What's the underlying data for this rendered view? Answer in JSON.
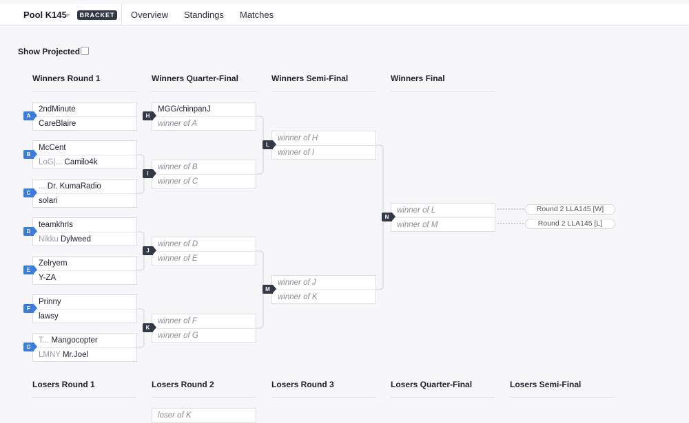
{
  "header": {
    "pool": "Pool K145",
    "badge": "BRACKET",
    "tabs": [
      "Overview",
      "Standings",
      "Matches"
    ]
  },
  "show_projected": {
    "label": "Show Projected",
    "checked": false
  },
  "winners_headers": [
    "Winners Round 1",
    "Winners Quarter-Final",
    "Winners Semi-Final",
    "Winners Final"
  ],
  "losers_headers": [
    "Losers Round 1",
    "Losers Round 2",
    "Losers Round 3",
    "Losers Quarter-Final",
    "Losers Semi-Final"
  ],
  "colors": {
    "round1_label": "#3b7ddd",
    "later_label": "#323845"
  },
  "matches": [
    {
      "id": "A",
      "slots": [
        {
          "name": "2ndMinute"
        },
        {
          "name": "CareBlaire"
        }
      ]
    },
    {
      "id": "B",
      "slots": [
        {
          "name": "McCent"
        },
        {
          "prefix": "LoG|...",
          "name": "Camilo4k"
        }
      ]
    },
    {
      "id": "C",
      "slots": [
        {
          "prefix": "...",
          "name": "Dr. KumaRadio"
        },
        {
          "name": "solari"
        }
      ]
    },
    {
      "id": "D",
      "slots": [
        {
          "name": "teamkhris"
        },
        {
          "prefix": "Nikku",
          "name": "Dylweed"
        }
      ]
    },
    {
      "id": "E",
      "slots": [
        {
          "name": "Zelryem"
        },
        {
          "name": "Y-ZA"
        }
      ]
    },
    {
      "id": "F",
      "slots": [
        {
          "name": "Prinny"
        },
        {
          "name": "lawsy"
        }
      ]
    },
    {
      "id": "G",
      "slots": [
        {
          "prefix": "T...",
          "name": "Mangocopter"
        },
        {
          "prefix": "LMNY",
          "name": "Mr.Joel"
        }
      ]
    },
    {
      "id": "H",
      "slots": [
        {
          "name": "MGG/chinpanJ"
        },
        {
          "placeholder": "winner of A"
        }
      ]
    },
    {
      "id": "I",
      "slots": [
        {
          "placeholder": "winner of B"
        },
        {
          "placeholder": "winner of C"
        }
      ]
    },
    {
      "id": "J",
      "slots": [
        {
          "placeholder": "winner of D"
        },
        {
          "placeholder": "winner of E"
        }
      ]
    },
    {
      "id": "K",
      "slots": [
        {
          "placeholder": "winner of F"
        },
        {
          "placeholder": "winner of G"
        }
      ]
    },
    {
      "id": "L",
      "slots": [
        {
          "placeholder": "winner of H"
        },
        {
          "placeholder": "winner of I"
        }
      ]
    },
    {
      "id": "M",
      "slots": [
        {
          "placeholder": "winner of J"
        },
        {
          "placeholder": "winner of K"
        }
      ]
    },
    {
      "id": "N",
      "slots": [
        {
          "placeholder": "winner of L"
        },
        {
          "placeholder": "winner of M"
        }
      ]
    }
  ],
  "final_outcomes": [
    "Round 2 LLA145 [W]",
    "Round 2 LLA145 [L]"
  ],
  "losers_partial": "loser of K"
}
